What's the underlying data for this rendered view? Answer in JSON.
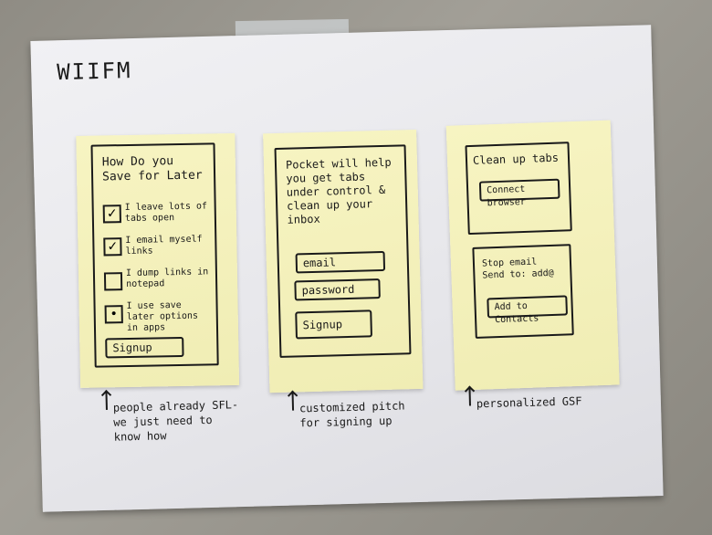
{
  "title": "WIIFM",
  "notes": [
    {
      "heading": "How Do you Save for Later",
      "options": [
        {
          "label": "I leave lots of tabs open",
          "checked": true,
          "mark": "✓"
        },
        {
          "label": "I email myself links",
          "checked": true,
          "mark": "✓"
        },
        {
          "label": "I dump links in notepad",
          "checked": false,
          "mark": ""
        },
        {
          "label": "I use save later options in apps",
          "checked": false,
          "mark": "•"
        }
      ],
      "button": "Signup",
      "caption": "people already SFL- we just need to know how"
    },
    {
      "heading": "Pocket will help you get tabs under control & clean up your inbox",
      "fields": [
        "email",
        "password"
      ],
      "button": "Signup",
      "caption": "customized pitch for signing up"
    },
    {
      "sections": [
        {
          "heading": "Clean up tabs",
          "button": "Connect browser"
        },
        {
          "heading": "Stop email Send to: add@",
          "button": "Add to Contacts"
        }
      ],
      "caption": "personalized GSF"
    }
  ]
}
